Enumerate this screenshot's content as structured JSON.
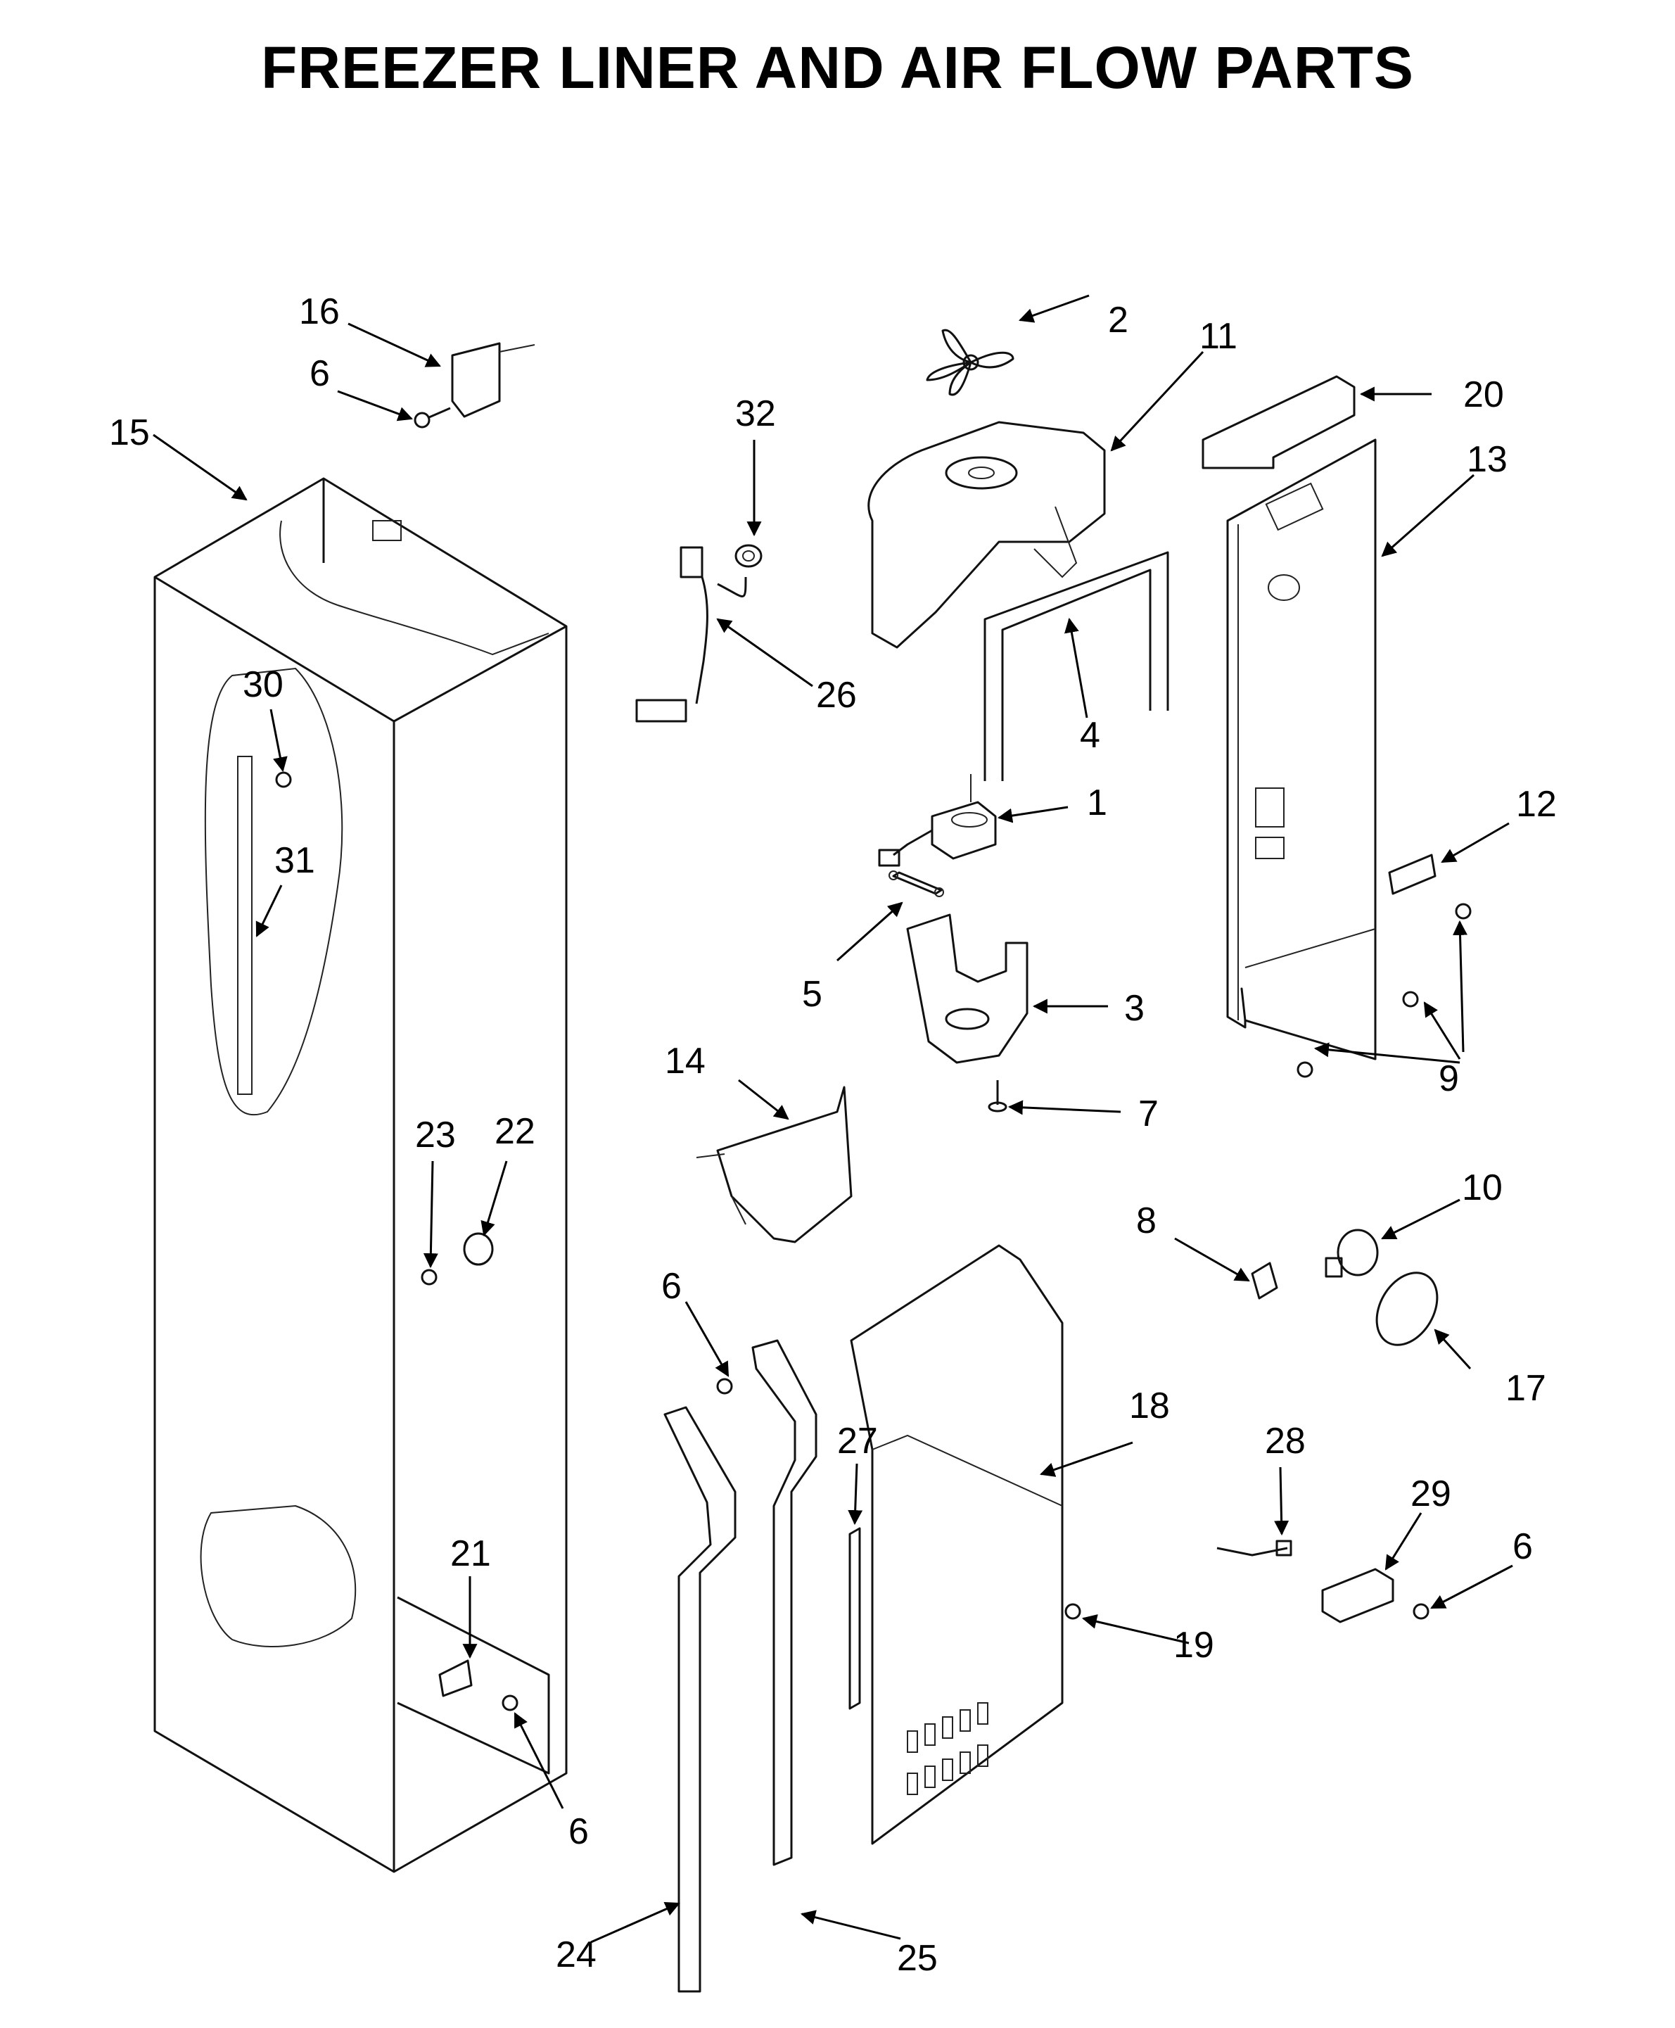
{
  "title": "FREEZER LINER AND AIR FLOW PARTS",
  "callouts": {
    "c1": "1",
    "c2": "2",
    "c3": "3",
    "c4": "4",
    "c5": "5",
    "c6a": "6",
    "c6b": "6",
    "c6c": "6",
    "c6d": "6",
    "c7": "7",
    "c8": "8",
    "c9a": "9",
    "c9b": "9",
    "c10": "10",
    "c11": "11",
    "c12": "12",
    "c13": "13",
    "c14": "14",
    "c15": "15",
    "c16": "16",
    "c17": "17",
    "c18": "18",
    "c19": "19",
    "c20": "20",
    "c21": "21",
    "c22": "22",
    "c23": "23",
    "c24": "24",
    "c25": "25",
    "c26": "26",
    "c27": "27",
    "c28": "28",
    "c29": "29",
    "c30": "30",
    "c31": "31",
    "c32": "32"
  }
}
